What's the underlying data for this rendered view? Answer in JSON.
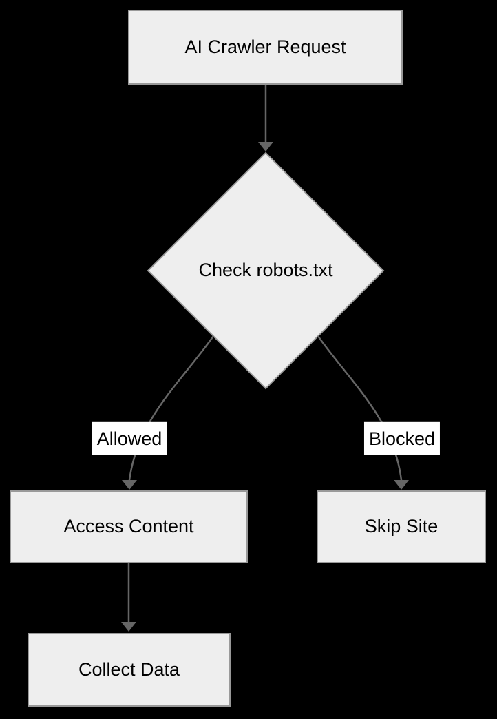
{
  "diagram": {
    "type": "flowchart",
    "direction": "top-down",
    "background_color": "#000000",
    "node_fill_color": "#eeeeee",
    "node_border_color": "#999999",
    "edge_color": "#666666",
    "edge_label_background": "#ffffff",
    "text_color": "#000000",
    "nodes": [
      {
        "id": "start",
        "label": "AI Crawler Request",
        "shape": "rectangle"
      },
      {
        "id": "decision",
        "label": "Check robots.txt",
        "shape": "diamond"
      },
      {
        "id": "access",
        "label": "Access Content",
        "shape": "rectangle"
      },
      {
        "id": "skip",
        "label": "Skip Site",
        "shape": "rectangle"
      },
      {
        "id": "collect",
        "label": "Collect Data",
        "shape": "rectangle"
      }
    ],
    "edges": [
      {
        "from": "start",
        "to": "decision",
        "label": ""
      },
      {
        "from": "decision",
        "to": "access",
        "label": "Allowed"
      },
      {
        "from": "decision",
        "to": "skip",
        "label": "Blocked"
      },
      {
        "from": "access",
        "to": "collect",
        "label": ""
      }
    ]
  }
}
